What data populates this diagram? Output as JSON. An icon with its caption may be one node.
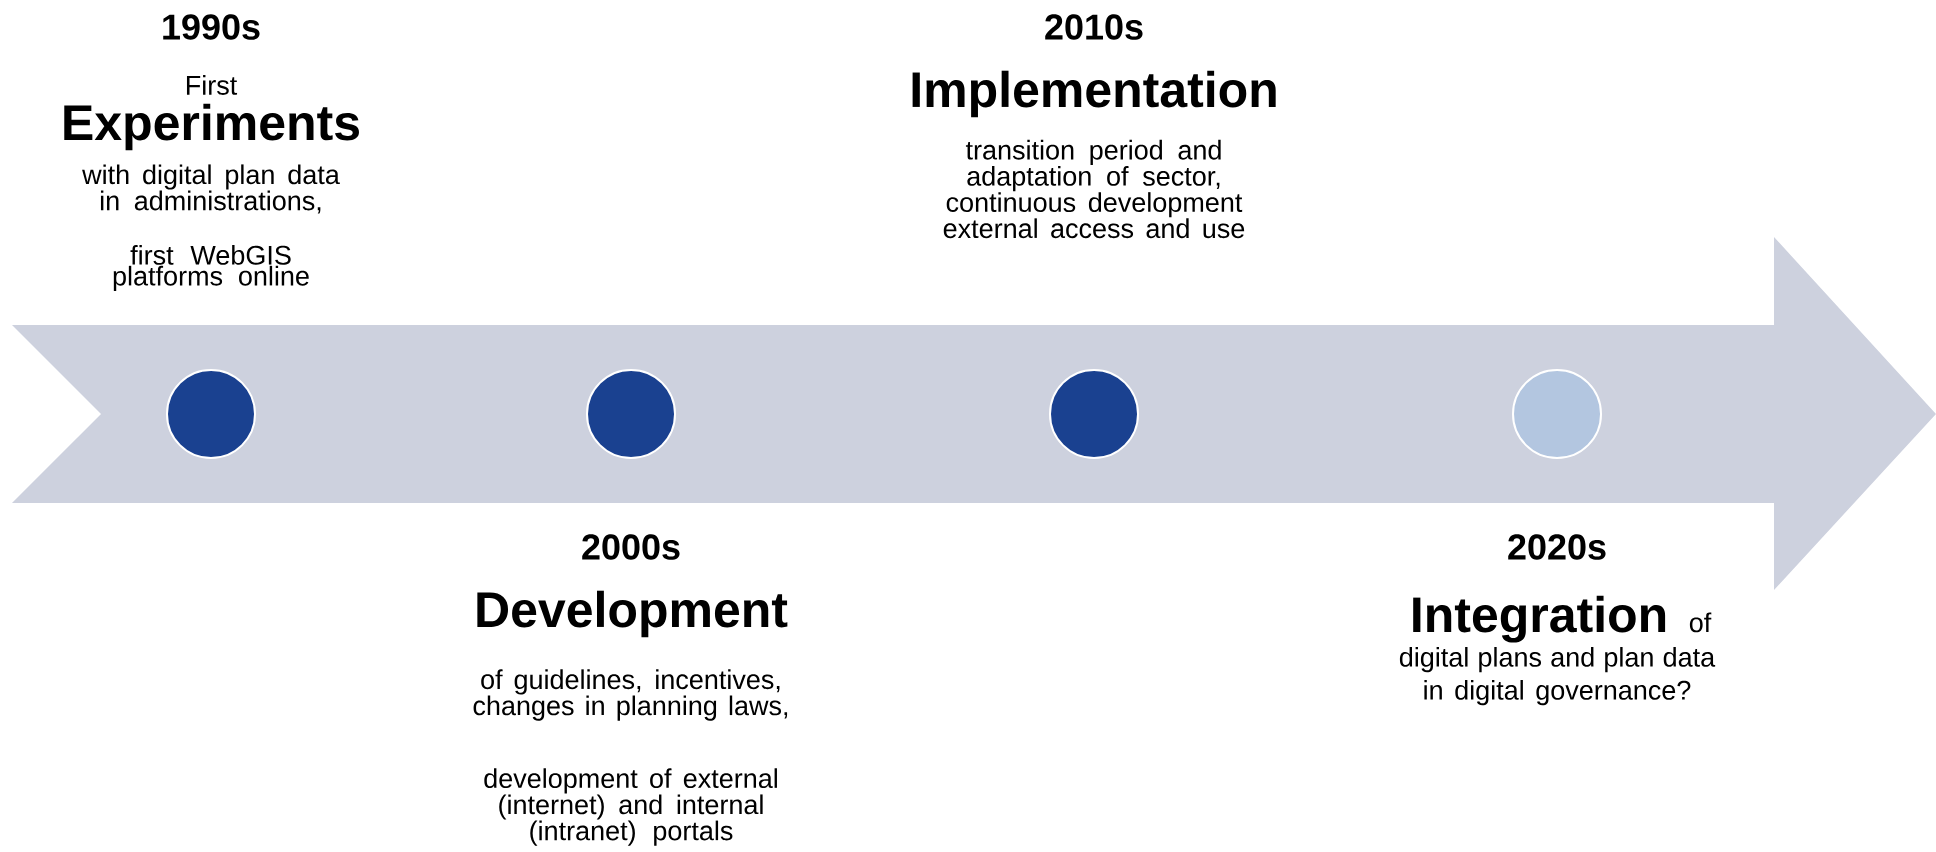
{
  "diagram": {
    "nodes": [
      {
        "text": [],
        "shape": "arrow"
      },
      {
        "text": [],
        "shape": "circle",
        "in": 0,
        "beside": [
          "1990s",
          "First",
          "Experiments",
          "with digital plan data in administrations,",
          "first WebGIS platforms online"
        ]
      },
      {
        "text": [],
        "shape": "circle",
        "in": 0,
        "beside": [
          "2000s",
          "Development",
          "of guidelines, incentives, changes in planning laws,",
          "development of external (internet) and internal (intranet) portals"
        ]
      },
      {
        "text": [],
        "shape": "circle",
        "in": 0,
        "beside": [
          "2010s",
          "Implementation",
          "transition period and adaptation of sector, continuous development external access and use"
        ]
      },
      {
        "text": [],
        "shape": "circle",
        "in": 0,
        "beside": [
          "2020s",
          "Integration",
          "of digital plans and plan data in digital governance?"
        ]
      }
    ]
  }
}
